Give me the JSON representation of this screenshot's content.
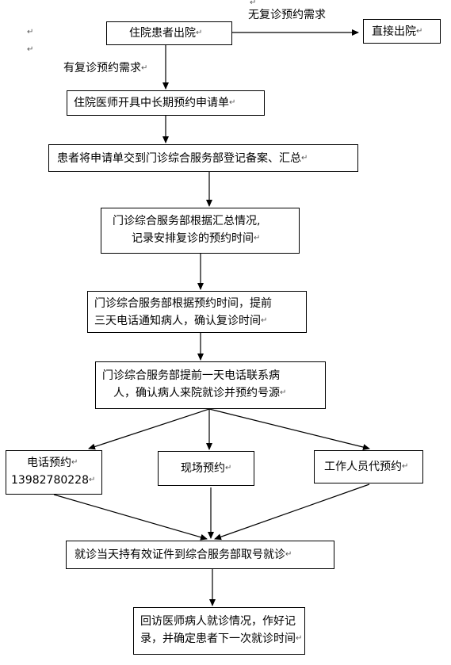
{
  "nodes": {
    "discharge": "住院患者出院",
    "direct_discharge": "直接出院",
    "apply": "住院医师开具中长期预约申请单",
    "submit": "患者将申请单交到门诊综合服务部登记备案、汇总",
    "schedule_line1": "门诊综合服务部根据汇总情况,",
    "schedule_line2": "记录安排复诊的预约时间",
    "notify_line1": "门诊综合服务部根据预约时间，提前",
    "notify_line2": "三天电话通知病人，确认复诊时间",
    "confirm_line1": "门诊综合服务部提前一天电话联系病",
    "confirm_line2": "人，确认病人来院就诊并预约号源",
    "phone_line1": "电话预约",
    "phone_line2": "13982780228",
    "onsite": "现场预约",
    "staff": "工作人员代预约",
    "register": "就诊当天持有效证件到综合服务部取号就诊",
    "followup_line1": "回访医师病人就诊情况，作好记",
    "followup_line2": "录，并确定患者下一次就诊时间"
  },
  "edge_labels": {
    "no_followup": "无复诊预约需求",
    "has_followup": "有复诊预约需求"
  },
  "marks": {
    "return_symbol": "↵"
  }
}
